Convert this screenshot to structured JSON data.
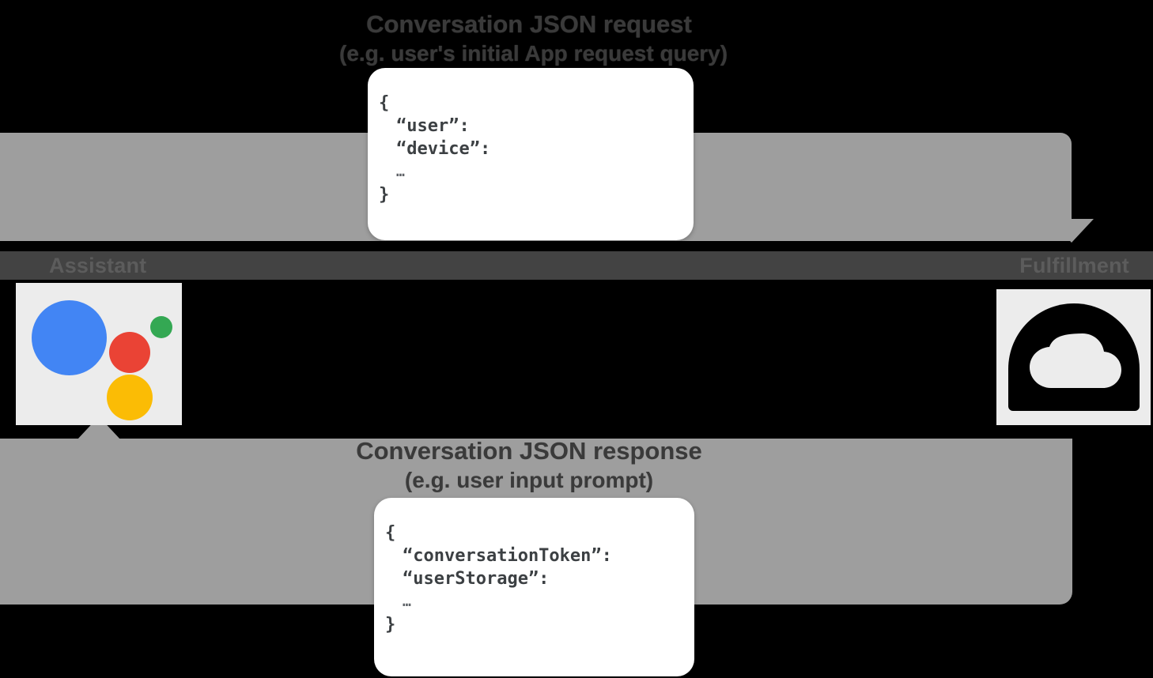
{
  "diagram": {
    "title": "Conversation flow between Google Assistant and Fulfillment",
    "lane": {
      "left_label": "Assistant",
      "right_label": "Fulfillment"
    },
    "endpoints": [
      {
        "id": "assistant",
        "name": "Google Assistant",
        "icon": "google-assistant-logo",
        "tile_color": "#ececec",
        "dots": [
          {
            "name": "blue-dot",
            "color": "#4285f4"
          },
          {
            "name": "red-dot",
            "color": "#ea4335"
          },
          {
            "name": "green-dot",
            "color": "#34a853"
          },
          {
            "name": "yellow-dot",
            "color": "#fbbc05"
          }
        ]
      },
      {
        "id": "fulfillment",
        "name": "Fulfillment",
        "icon": "cloud-functions-icon",
        "tile_color": "#ececec",
        "glyph_color": "#000000"
      }
    ],
    "flows": [
      {
        "id": "request",
        "direction": "assistant-to-fulfillment",
        "caption_line1": "Conversation JSON request",
        "caption_line2": "(e.g. user's initial App request query)",
        "arrow_color": "#9e9e9e",
        "payload": {
          "lines": [
            {
              "text": "{",
              "indent": false,
              "ellipsis": false
            },
            {
              "text": "“user”:",
              "indent": true,
              "ellipsis": false
            },
            {
              "text": "“device”:",
              "indent": true,
              "ellipsis": false
            },
            {
              "text": "…",
              "indent": true,
              "ellipsis": true
            },
            {
              "text": "}",
              "indent": false,
              "ellipsis": false
            }
          ]
        }
      },
      {
        "id": "response",
        "direction": "fulfillment-to-assistant",
        "caption_line1": "Conversation JSON response",
        "caption_line2": "(e.g. user input prompt)",
        "arrow_color": "#9e9e9e",
        "payload": {
          "lines": [
            {
              "text": "{",
              "indent": false,
              "ellipsis": false
            },
            {
              "text": "“conversationToken”:",
              "indent": true,
              "ellipsis": false
            },
            {
              "text": "“userStorage”:",
              "indent": true,
              "ellipsis": false
            },
            {
              "text": "…",
              "indent": true,
              "ellipsis": true
            },
            {
              "text": "}",
              "indent": false,
              "ellipsis": false
            }
          ]
        }
      }
    ],
    "colors": {
      "background": "#000000",
      "arrow": "#9e9e9e",
      "lane": "#434343",
      "card": "#ffffff"
    }
  }
}
